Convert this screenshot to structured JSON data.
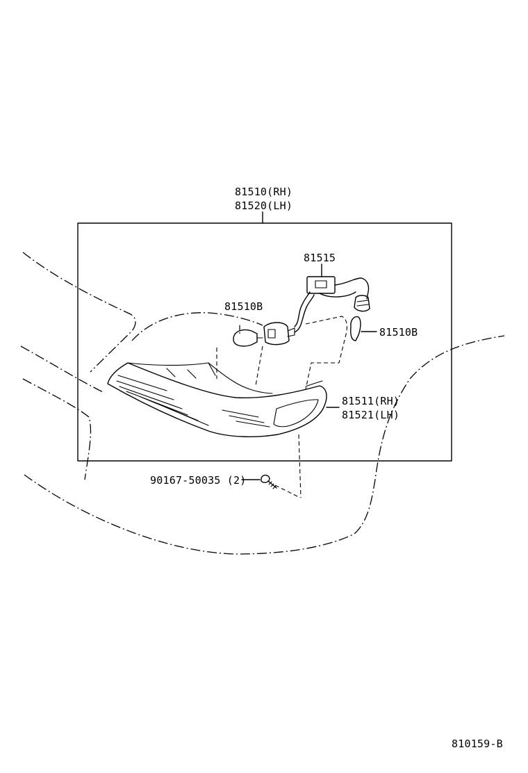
{
  "diagram": {
    "assembly_label_rh": "81510(RH)",
    "assembly_label_lh": "81520(LH)",
    "socket_wire_label": "81515",
    "bulb_left_label": "81510B",
    "bulb_right_label": "81510B",
    "lens_label_rh": "81511(RH)",
    "lens_label_lh": "81521(LH)",
    "screw_label": "90167-50035 (2)",
    "figure_id": "810159-B"
  },
  "icons": {
    "lamp": "front-turn-signal-lamp",
    "socket": "bulb-socket-with-wire",
    "bulb": "wedge-bulb",
    "screw": "tapping-screw"
  }
}
